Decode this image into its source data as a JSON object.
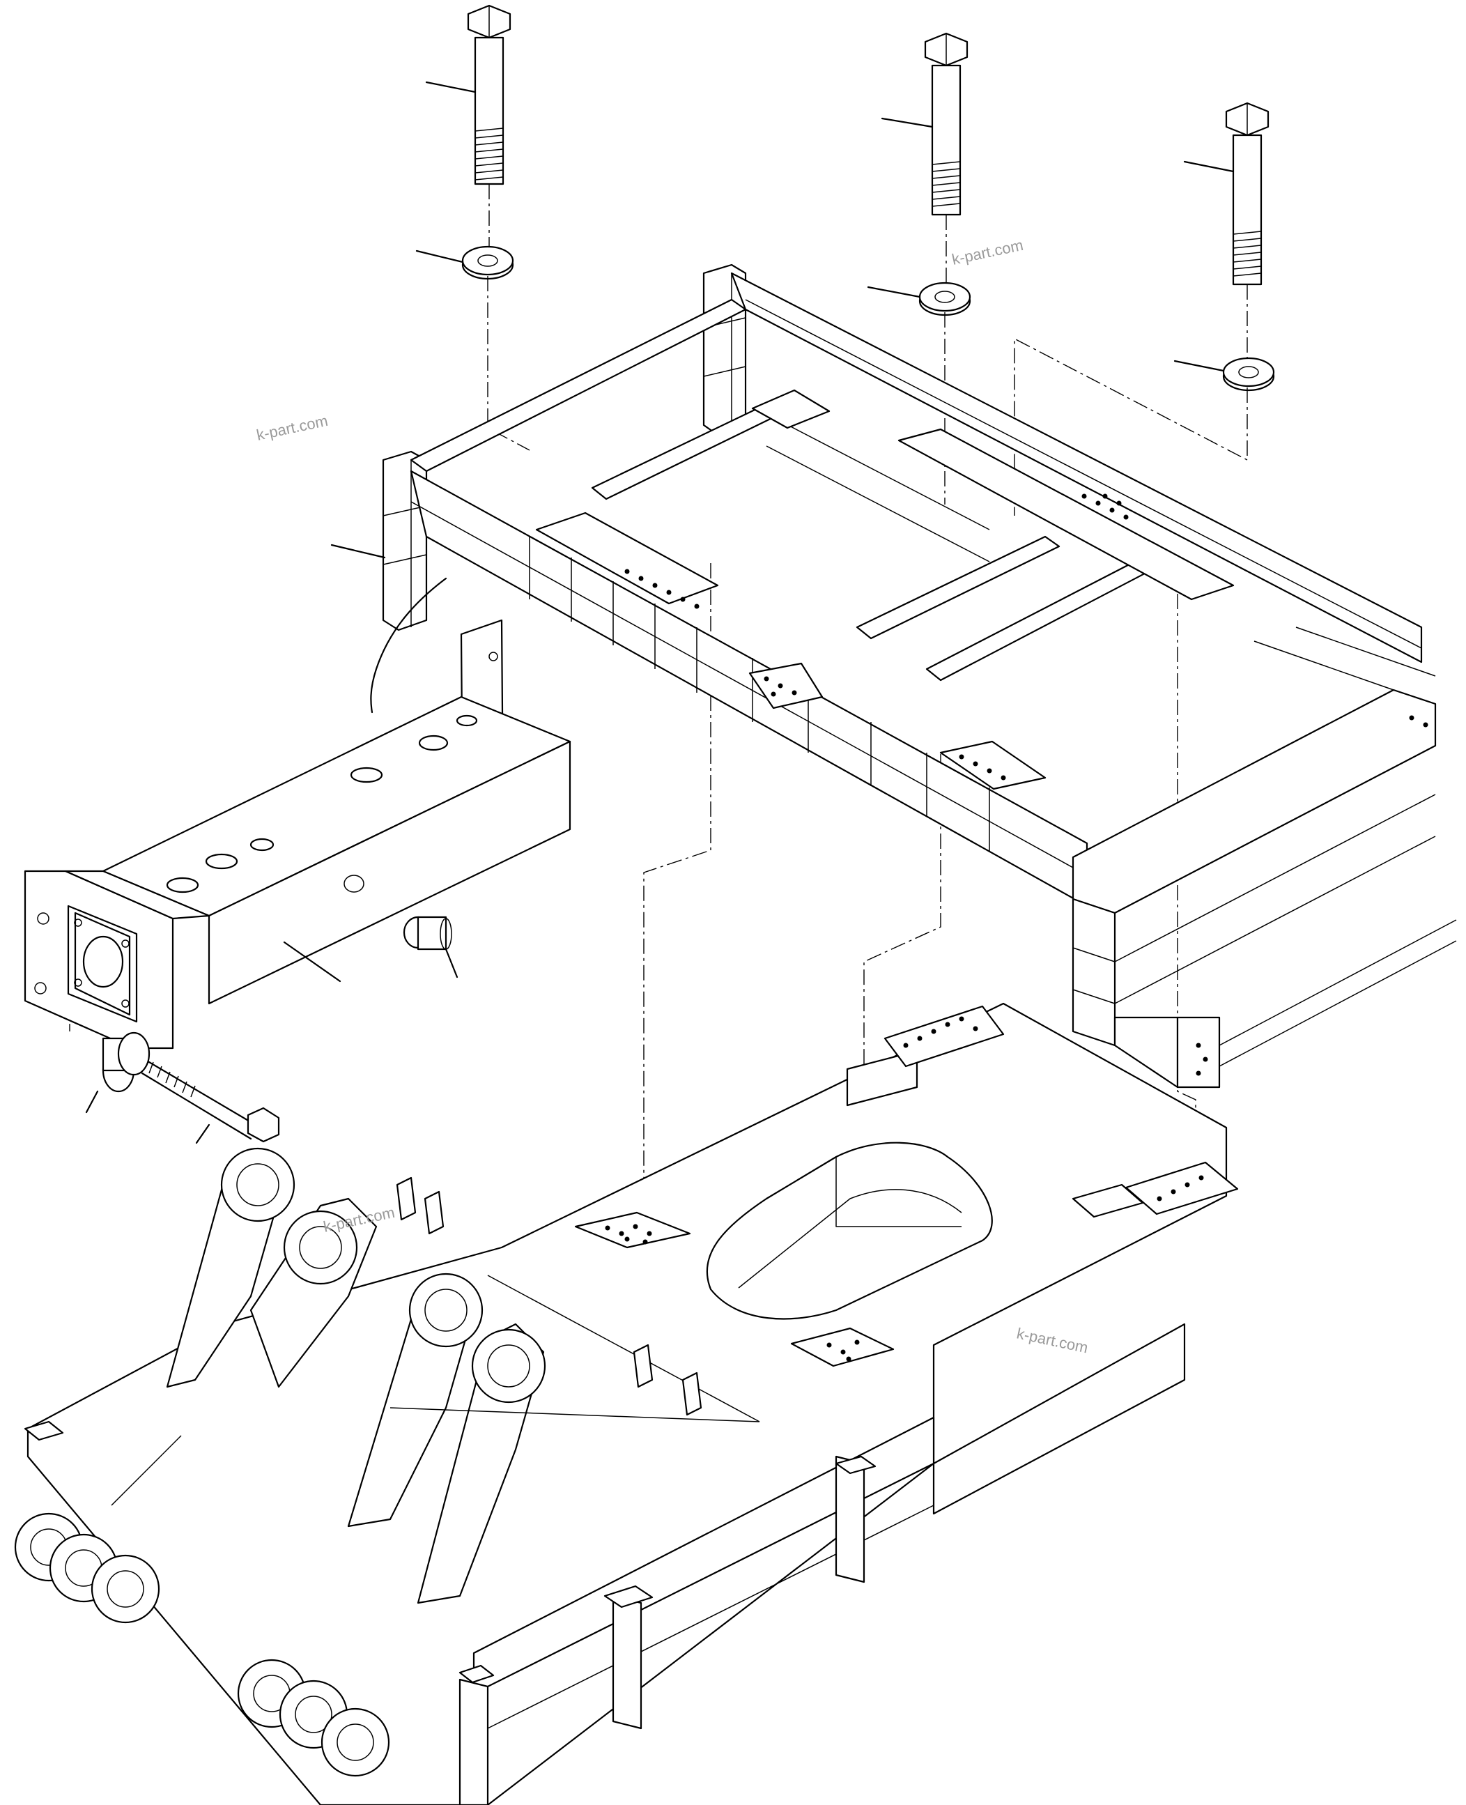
{
  "watermarks": [
    {
      "id": "wm-1",
      "text": "k-part.com"
    },
    {
      "id": "wm-2",
      "text": "k-part.com"
    },
    {
      "id": "wm-3",
      "text": "k-part.com"
    },
    {
      "id": "wm-4",
      "text": "k-part.com"
    }
  ],
  "parts": [
    {
      "id": "bolt",
      "name": "hex-bolt",
      "count": 3
    },
    {
      "id": "washer",
      "name": "flat-washer",
      "count": 3
    },
    {
      "id": "subframe",
      "name": "upper-frame-assembly"
    },
    {
      "id": "crossbeam",
      "name": "box-crossbeam"
    },
    {
      "id": "fitting",
      "name": "grease-fitting"
    },
    {
      "id": "mount-bolt",
      "name": "long-bolt-with-spacer"
    },
    {
      "id": "mainframe",
      "name": "main-frame-with-boom-brackets"
    }
  ]
}
